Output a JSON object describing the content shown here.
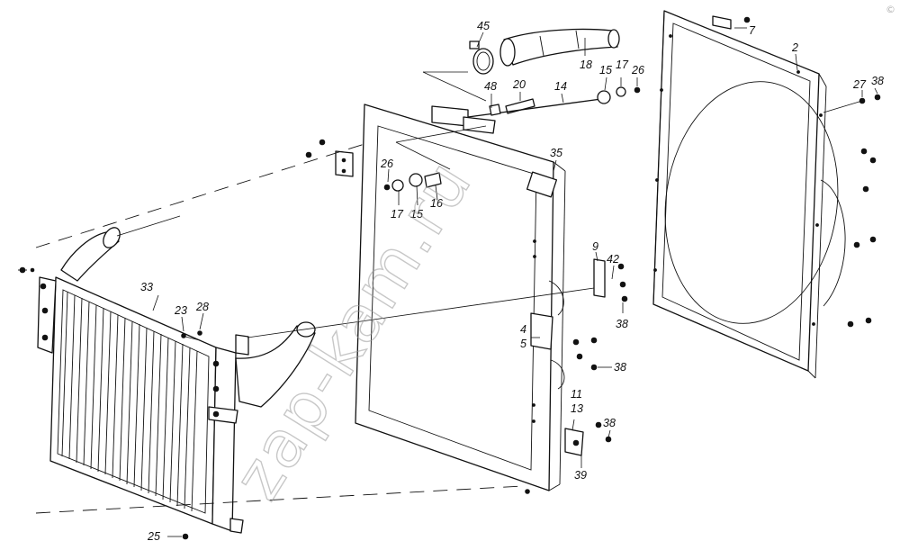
{
  "watermark": {
    "text": "zap-kam.ru",
    "corner": "©"
  },
  "labels": [
    {
      "id": "l45",
      "text": "45"
    },
    {
      "id": "l18",
      "text": "18"
    },
    {
      "id": "l7",
      "text": "7"
    },
    {
      "id": "l2",
      "text": "2"
    },
    {
      "id": "l48",
      "text": "48"
    },
    {
      "id": "l20",
      "text": "20"
    },
    {
      "id": "l14",
      "text": "14"
    },
    {
      "id": "l15a",
      "text": "15"
    },
    {
      "id": "l17a",
      "text": "17"
    },
    {
      "id": "l26a",
      "text": "26"
    },
    {
      "id": "l27",
      "text": "27"
    },
    {
      "id": "l38a",
      "text": "38"
    },
    {
      "id": "l35",
      "text": "35"
    },
    {
      "id": "l26b",
      "text": "26"
    },
    {
      "id": "l17b",
      "text": "17"
    },
    {
      "id": "l15b",
      "text": "15"
    },
    {
      "id": "l16",
      "text": "16"
    },
    {
      "id": "l9",
      "text": "9"
    },
    {
      "id": "l42",
      "text": "42"
    },
    {
      "id": "l38b",
      "text": "38"
    },
    {
      "id": "l33",
      "text": "33"
    },
    {
      "id": "l23",
      "text": "23"
    },
    {
      "id": "l28",
      "text": "28"
    },
    {
      "id": "l4",
      "text": "4"
    },
    {
      "id": "l5",
      "text": "5"
    },
    {
      "id": "l38c",
      "text": "38"
    },
    {
      "id": "l11",
      "text": "11"
    },
    {
      "id": "l13",
      "text": "13"
    },
    {
      "id": "l38d",
      "text": "38"
    },
    {
      "id": "l39",
      "text": "39"
    },
    {
      "id": "l25",
      "text": "25"
    }
  ]
}
